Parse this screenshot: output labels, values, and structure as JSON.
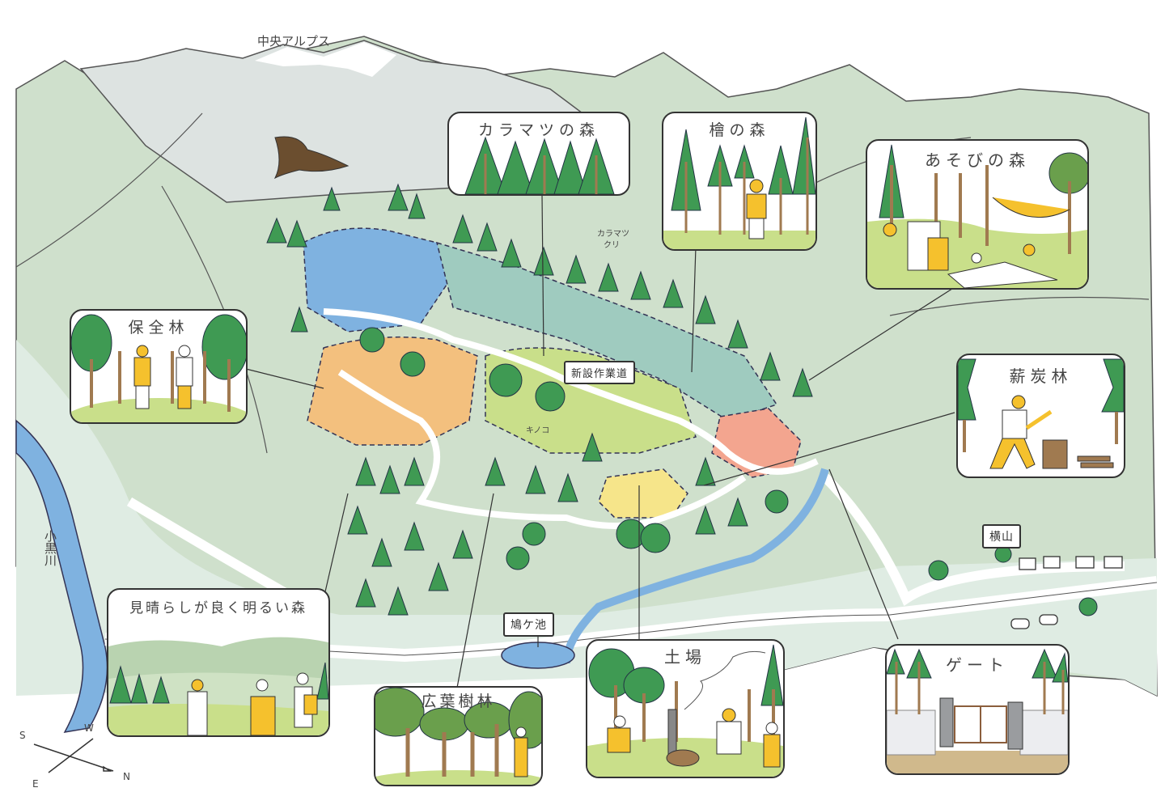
{
  "map": {
    "mountain_label": "中央アルプス",
    "river_label": "小黒川",
    "annotations": {
      "larch_chestnut": [
        "カラマツ",
        "クリ"
      ],
      "mushroom": "キノコ"
    },
    "place_labels": {
      "new_road": "新設作業道",
      "yokoyama": "横山",
      "pond": "鳩ケ池"
    },
    "compass": {
      "north": "N",
      "south": "S",
      "east": "E",
      "west": "W"
    },
    "colors": {
      "background_hills": "#cfe0cc",
      "alps": "#dde3e1",
      "snow": "#ffffff",
      "lake_blue": "#7fb2e0",
      "river_blue": "#7fb2e0",
      "teal_zone": "#9fcbbf",
      "orange_zone": "#f3c07e",
      "pink_zone": "#f3a58f",
      "yellow_zone": "#f6e58a",
      "lime_zone": "#c9df8a",
      "tree_green": "#3f9a53",
      "figure_yellow": "#f5c12d",
      "road_white": "#ffffff",
      "outline": "#333333"
    }
  },
  "panels": [
    {
      "id": "karamatsu",
      "title": "カラマツの森"
    },
    {
      "id": "hinoki",
      "title": "檜の森"
    },
    {
      "id": "asobi",
      "title": "あそびの森"
    },
    {
      "id": "hozen",
      "title": "保全林"
    },
    {
      "id": "shintan",
      "title": "薪炭林"
    },
    {
      "id": "miharashi",
      "title": "見晴らしが良く明るい森"
    },
    {
      "id": "koyo",
      "title": "広葉樹林"
    },
    {
      "id": "doba",
      "title": "土場"
    },
    {
      "id": "gate",
      "title": "ゲート"
    }
  ]
}
